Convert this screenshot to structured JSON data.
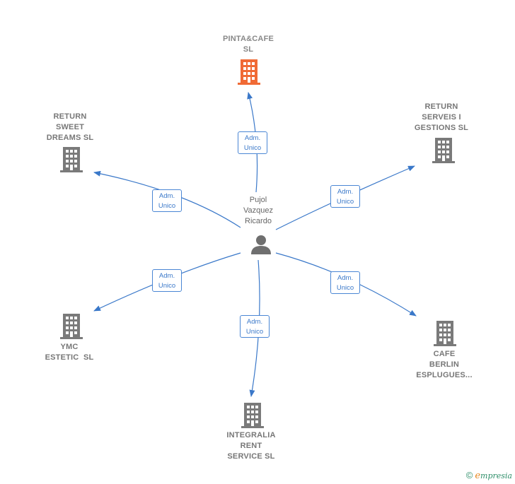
{
  "center": {
    "name": "Pujol\nVazquez\nRicardo"
  },
  "companies": [
    {
      "name": "PINTA&CAFE\nSL",
      "highlight": true,
      "role": [
        "Adm.",
        "Unico"
      ]
    },
    {
      "name": "RETURN\nSWEET\nDREAMS SL",
      "highlight": false,
      "role": [
        "Adm.",
        "Unico"
      ]
    },
    {
      "name": "RETURN\nSERVEIS I\nGESTIONS SL",
      "highlight": false,
      "role": [
        "Adm.",
        "Unico"
      ]
    },
    {
      "name": "YMC\nESTETIC  SL",
      "highlight": false,
      "role": [
        "Adm.",
        "Unico"
      ]
    },
    {
      "name": "CAFE\nBERLIN\nESPLUGUES...",
      "highlight": false,
      "role": [
        "Adm.",
        "Unico"
      ]
    },
    {
      "name": "INTEGRALIA\nRENT\nSERVICE SL",
      "highlight": false,
      "role": [
        "Adm.",
        "Unico"
      ]
    }
  ],
  "colors": {
    "edge": "#3a78c9",
    "building": "#7a7a7a",
    "building_highlight": "#f06a35",
    "person": "#6f6f6f"
  },
  "footer": {
    "copyright": "©",
    "brand_first": "e",
    "brand_rest": "mpresia"
  }
}
